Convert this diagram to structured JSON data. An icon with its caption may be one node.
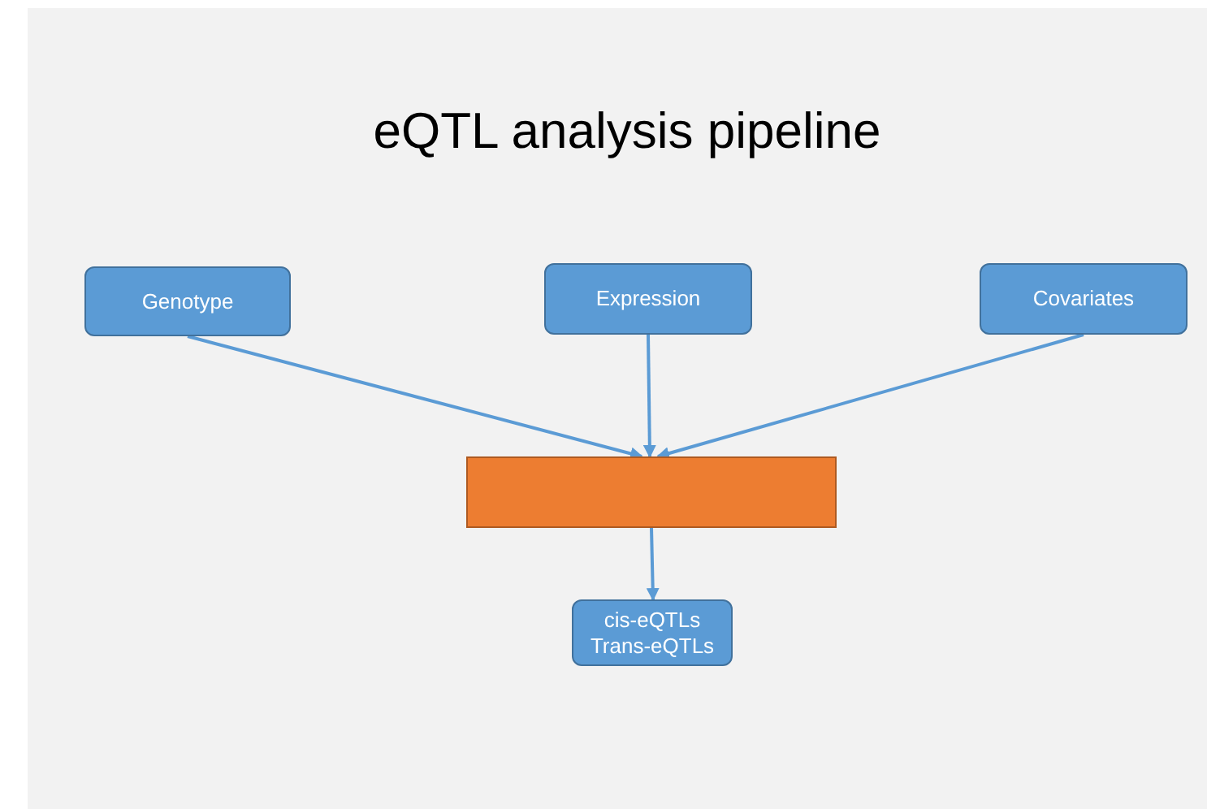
{
  "diagram": {
    "title": "eQTL analysis pipeline",
    "nodes": [
      {
        "text": [
          "Genotype"
        ]
      },
      {
        "text": [
          "Expression"
        ]
      },
      {
        "text": [
          "Covariates"
        ]
      },
      {
        "text": [],
        "shape": "box"
      },
      {
        "text": [
          "cis-eQTLs",
          "Trans-eQTLs"
        ]
      }
    ],
    "edges": [
      {
        "from": 0,
        "to": 3,
        "arrow": "to"
      },
      {
        "from": 1,
        "to": 3,
        "arrow": "to"
      },
      {
        "from": 2,
        "to": 3,
        "arrow": "to"
      },
      {
        "from": 3,
        "to": 4,
        "arrow": "to"
      }
    ]
  }
}
